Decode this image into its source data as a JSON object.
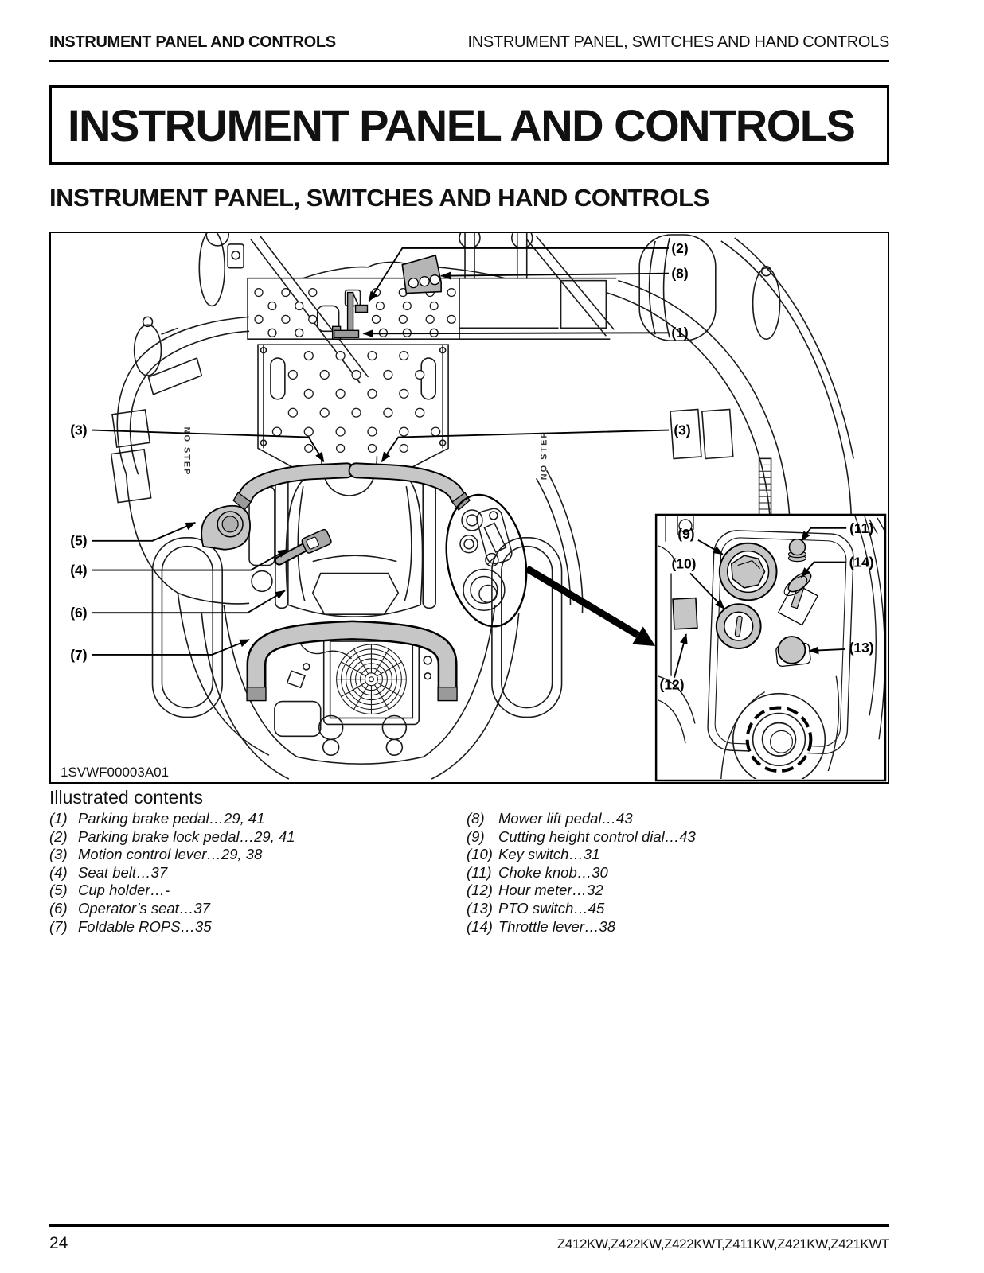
{
  "header": {
    "left": "INSTRUMENT PANEL AND CONTROLS",
    "right": "INSTRUMENT PANEL, SWITCHES AND HAND CONTROLS"
  },
  "title": "INSTRUMENT PANEL AND CONTROLS",
  "section": "INSTRUMENT PANEL, SWITCHES AND HAND CONTROLS",
  "figure": {
    "code": "1SVWF00003A01",
    "no_step": "NO STEP",
    "callouts": {
      "c1": "(1)",
      "c2": "(2)",
      "c3": "(3)",
      "c4": "(4)",
      "c5": "(5)",
      "c6": "(6)",
      "c7": "(7)",
      "c8": "(8)",
      "c9": "(9)",
      "c10": "(10)",
      "c11": "(11)",
      "c12": "(12)",
      "c13": "(13)",
      "c14": "(14)"
    }
  },
  "contents": {
    "heading": "Illustrated contents",
    "left": [
      {
        "num": "(1)",
        "text": "Parking brake pedal…29, 41"
      },
      {
        "num": "(2)",
        "text": "Parking brake lock pedal…29, 41"
      },
      {
        "num": "(3)",
        "text": "Motion control lever…29, 38"
      },
      {
        "num": "(4)",
        "text": "Seat belt…37"
      },
      {
        "num": "(5)",
        "text": "Cup holder…-"
      },
      {
        "num": "(6)",
        "text": "Operator’s seat…37"
      },
      {
        "num": "(7)",
        "text": "Foldable ROPS…35"
      }
    ],
    "right": [
      {
        "num": "(8)",
        "text": "Mower lift pedal…43"
      },
      {
        "num": "(9)",
        "text": "Cutting height control dial…43"
      },
      {
        "num": "(10)",
        "text": "Key switch…31"
      },
      {
        "num": "(11)",
        "text": "Choke knob…30"
      },
      {
        "num": "(12)",
        "text": "Hour meter…32"
      },
      {
        "num": "(13)",
        "text": "PTO switch…45"
      },
      {
        "num": "(14)",
        "text": "Throttle lever…38"
      }
    ]
  },
  "footer": {
    "page": "24",
    "models": "Z412KW,Z422KW,Z422KWT,Z411KW,Z421KW,Z421KWT"
  },
  "colors": {
    "line": "#1a1a1a",
    "gray_light": "#c6c6c6",
    "gray_mid": "#9a9a9a"
  }
}
